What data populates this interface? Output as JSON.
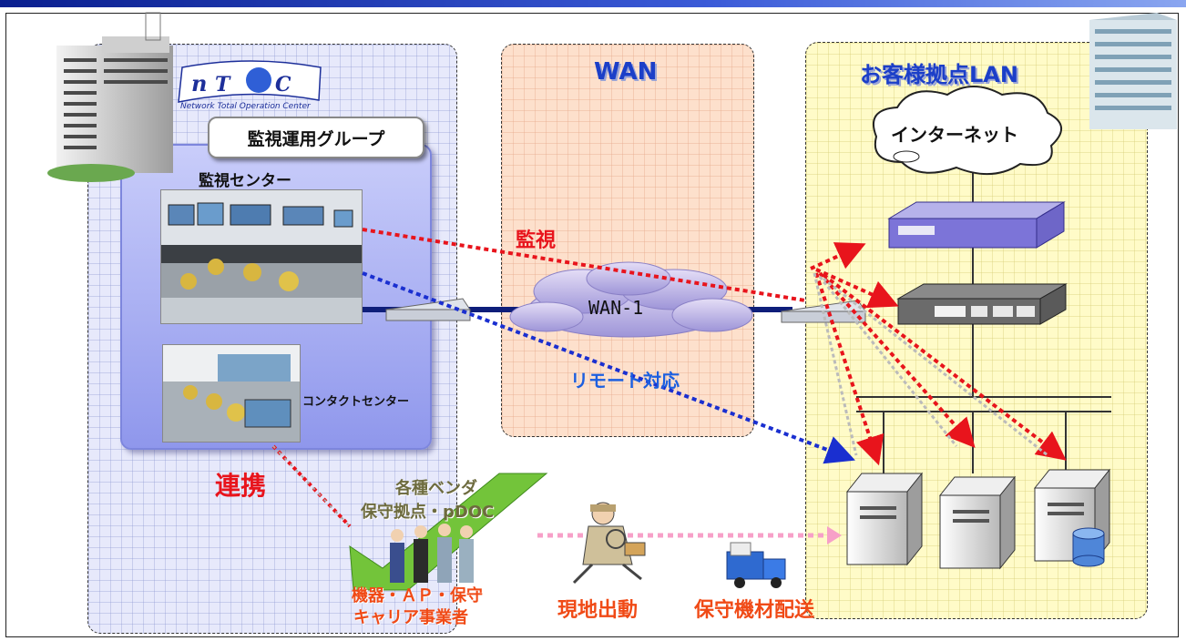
{
  "header_bar_color": "#1a3ab8",
  "logo": {
    "mark": "nTOC",
    "caption": "Network Total Operation Center"
  },
  "noc": {
    "group_label": "監視運用グループ",
    "monitor_center": "監視センター",
    "contact_center": "コンタクトセンター"
  },
  "wan": {
    "title": "WAN",
    "cloud_label": "WAN-1",
    "remote_label": "リモート対応",
    "monitor_label": "監視"
  },
  "lan": {
    "title": "お客様拠点LAN",
    "internet_label": "インターネット"
  },
  "collab": {
    "renkei": "連携",
    "vendor_line1": "各種ベンダ",
    "vendor_line2": "保守拠点・pDOC",
    "carrier_line1": "機器・ＡＰ・保守",
    "carrier_line2": "キャリア事業者"
  },
  "dispatch": {
    "onsite": "現地出動",
    "delivery": "保守機材配送"
  },
  "colors": {
    "red_link": "#e8141c",
    "blue_link": "#1a2fd0",
    "pink_link": "#f7a0c8",
    "title_blue": "#1c3fc8",
    "orange_text": "#f04a16"
  }
}
